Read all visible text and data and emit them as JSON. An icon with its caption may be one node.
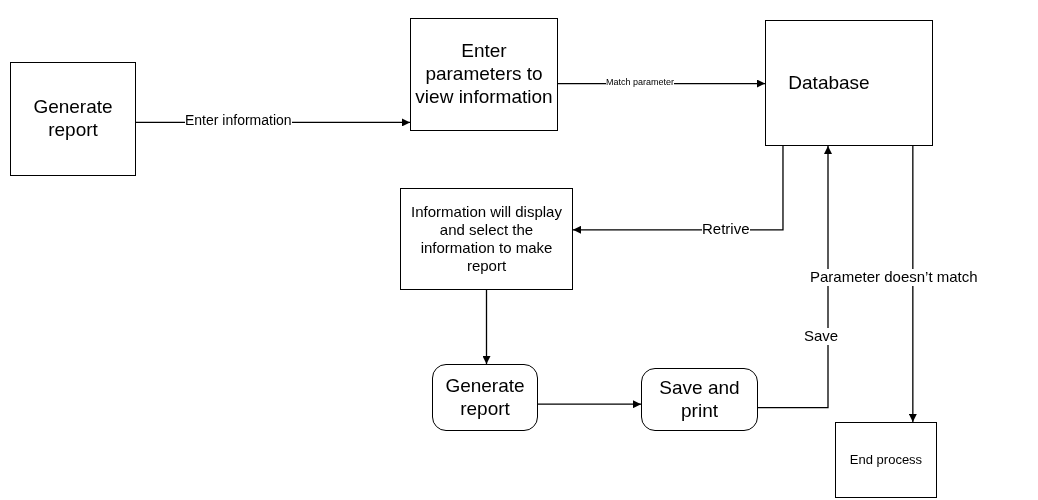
{
  "diagram": {
    "nodes": [
      {
        "text": [
          "Generate report"
        ]
      },
      {
        "text": [
          "Enter parameters to view information"
        ]
      },
      {
        "text": [
          "Database"
        ]
      },
      {
        "text": [
          "Information will display and select the information to make report"
        ]
      },
      {
        "text": [
          "Generate report"
        ]
      },
      {
        "text": [
          "Save and print"
        ]
      },
      {
        "text": [
          "End process"
        ]
      }
    ],
    "edges": [
      {
        "from": 0,
        "to": 1,
        "arrow": "to",
        "label": "Enter information"
      },
      {
        "from": 1,
        "to": 2,
        "arrow": "to",
        "label": "Match parameter"
      },
      {
        "from": 2,
        "to": 3,
        "arrow": "to",
        "label": "Retrive"
      },
      {
        "from": 3,
        "to": 4,
        "arrow": "to"
      },
      {
        "from": 4,
        "to": 5,
        "arrow": "to"
      },
      {
        "from": 5,
        "to": 2,
        "arrow": "to",
        "label": "Save"
      },
      {
        "from": 2,
        "to": 6,
        "arrow": "to",
        "label": "Parameter doesn’t match"
      }
    ]
  }
}
